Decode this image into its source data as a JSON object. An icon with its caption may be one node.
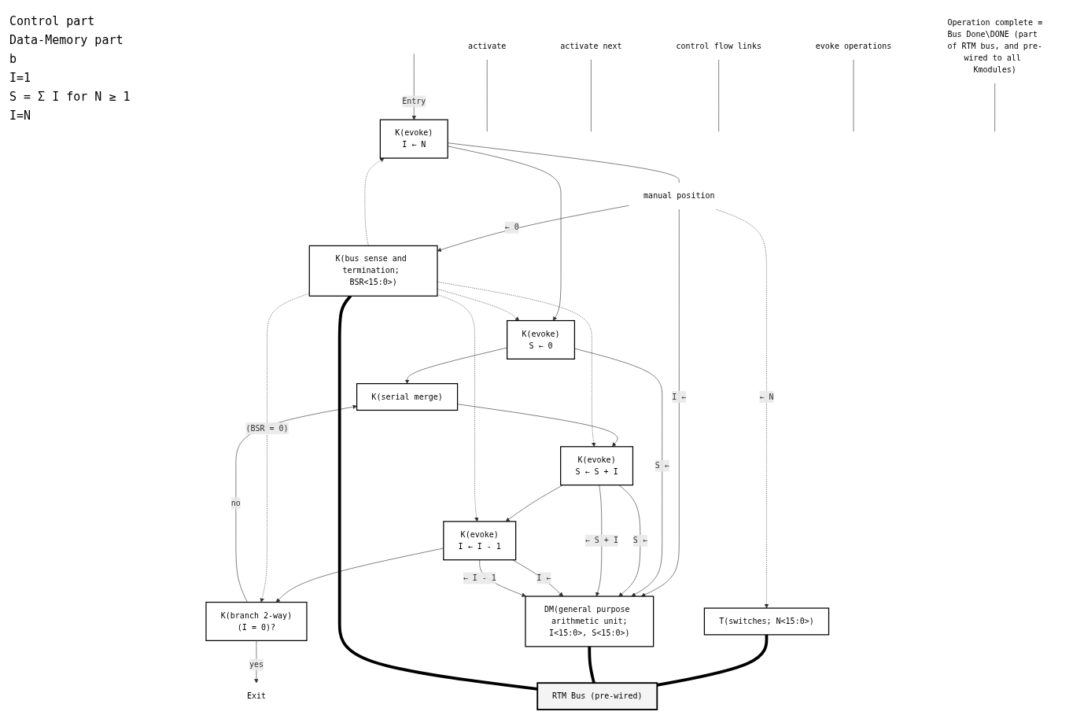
{
  "diagram": {
    "nodes": [
      {
        "text": [
          "activate"
        ]
      },
      {
        "text": [
          "K(evoke)",
          "I ← N"
        ]
      },
      {
        "text": [
          "activate next"
        ]
      },
      {
        "text": [
          "K(evoke)",
          "S ← 0"
        ]
      },
      {
        "text": [
          "K(serial merge)"
        ]
      },
      {
        "text": [
          "K(evoke)",
          "S ← S + I"
        ]
      },
      {
        "text": [
          "K(evoke)",
          "I ← I - 1"
        ]
      },
      {
        "text": [
          "K(branch 2-way)",
          "(I = 0)?"
        ]
      },
      {
        "text": [
          "Exit"
        ]
      },
      {
        "text": [
          "control flow links"
        ]
      },
      {
        "text": [
          "evoke operations"
        ]
      },
      {
        "text": [
          "manual position"
        ]
      },
      {
        "text": [
          "T(switches; N<15:0>)"
        ]
      },
      {
        "text": [
          "DM(general purpose arithmetic unit;",
          "I<15:0>, S<15:0>)"
        ]
      },
      {
        "text": [
          "K(bus sense and termination; BSR<15:0>)"
        ]
      },
      {
        "text": [
          "RTM Bus (pre-wired)"
        ]
      },
      {
        "text": [
          "Operation complete ≡",
          "Bus Done\\DONE (part of RTM bus, and pre-wired to all Kmodules)"
        ]
      }
    ],
    "edges": [
      {
        "from": null,
        "to": 1,
        "label": "Entry",
        "arrow": "to"
      },
      {
        "from": 0,
        "to": null,
        "arrow": "none"
      },
      {
        "from": 1,
        "to": 3,
        "arrow": "to"
      },
      {
        "from": 2,
        "to": null,
        "arrow": "none"
      },
      {
        "from": 3,
        "to": 4,
        "arrow": "to"
      },
      {
        "from": 4,
        "to": 5,
        "arrow": "to"
      },
      {
        "from": 5,
        "to": 6,
        "arrow": "to"
      },
      {
        "from": 6,
        "to": 7,
        "arrow": "to"
      },
      {
        "from": 7,
        "to": 4,
        "label": "no",
        "arrow": "to"
      },
      {
        "from": 7,
        "to": 8,
        "label": "yes",
        "arrow": "to"
      },
      {
        "from": 9,
        "to": null,
        "arrow": "none"
      },
      {
        "from": 10,
        "to": null,
        "arrow": "none"
      },
      {
        "from": 1,
        "to": 11,
        "arrow": "none"
      },
      {
        "from": 11,
        "to": 12,
        "label": "← N",
        "arrow": "to",
        "style": "dashed"
      },
      {
        "from": 11,
        "to": 13,
        "label": "I ←",
        "arrow": "to"
      },
      {
        "from": 3,
        "to": 13,
        "label": "S ←",
        "arrow": "to"
      },
      {
        "from": 5,
        "to": 13,
        "label": "S ←",
        "arrow": "to"
      },
      {
        "from": 5,
        "to": 13,
        "label": "← S + I",
        "arrow": "to"
      },
      {
        "from": 6,
        "to": 13,
        "label": "I ←",
        "arrow": "to"
      },
      {
        "from": 6,
        "to": 13,
        "label": "← I - 1",
        "arrow": "to"
      },
      {
        "from": 11,
        "to": 14,
        "label": "← 0",
        "arrow": "to"
      },
      {
        "from": 14,
        "to": 7,
        "label": "(BSR = 0)",
        "arrow": "to",
        "style": "dashed"
      },
      {
        "from": 14,
        "to": 1,
        "arrow": "to",
        "style": "dashed"
      },
      {
        "from": 14,
        "to": 3,
        "arrow": "to",
        "style": "dashed"
      },
      {
        "from": 14,
        "to": 5,
        "arrow": "to",
        "style": "dashed"
      },
      {
        "from": 14,
        "to": 6,
        "arrow": "to",
        "style": "dashed"
      },
      {
        "from": 16,
        "to": null,
        "arrow": "none"
      },
      {
        "from": 12,
        "to": 15,
        "arrow": "none",
        "style": "thick"
      },
      {
        "from": 13,
        "to": 15,
        "arrow": "none",
        "style": "thick"
      },
      {
        "from": 14,
        "to": 15,
        "arrow": "none",
        "style": "thick"
      }
    ],
    "labels": [
      "Control part",
      "Data-Memory part",
      "b",
      "I=1",
      "S = Σ I for N ≥ 1",
      "I=N"
    ]
  }
}
